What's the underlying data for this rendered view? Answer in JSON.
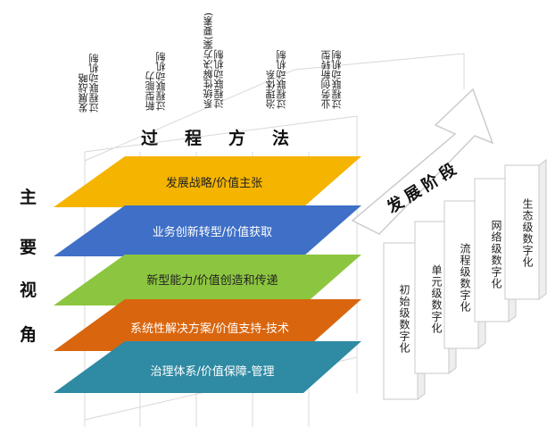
{
  "mechanisms": [
    {
      "line1": "发展战略",
      "line2": "过程联动机制"
    },
    {
      "line1": "新型能力",
      "line2": "过程联动机制"
    },
    {
      "line1": "系统性解决方案(要素)",
      "line2": "过程联动机制"
    },
    {
      "line1": "治理体系",
      "line2": "过程联动机制"
    },
    {
      "line1": "业务创新转型",
      "line2": "过程联动机制"
    }
  ],
  "method_title": [
    "过",
    "程",
    "方",
    "法"
  ],
  "primary_view": [
    "主",
    "要",
    "视",
    "角"
  ],
  "layers": [
    {
      "label": "发展战略/价值主张",
      "color": "#f5b400"
    },
    {
      "label": "业务创新转型/价值获取",
      "color": "#3f6fc6"
    },
    {
      "label": "新型能力/价值创造和传递",
      "color": "#8cc640"
    },
    {
      "label": "系统性解决方案/价值支持-技术",
      "color": "#d9660f"
    },
    {
      "label": "治理体系/价值保障-管理",
      "color": "#2f8aa3"
    }
  ],
  "stage_title": "发展阶段",
  "stages": [
    "初始级数字化",
    "单元级数字化",
    "流程级数字化",
    "网络级数字化",
    "生态级数字化"
  ]
}
